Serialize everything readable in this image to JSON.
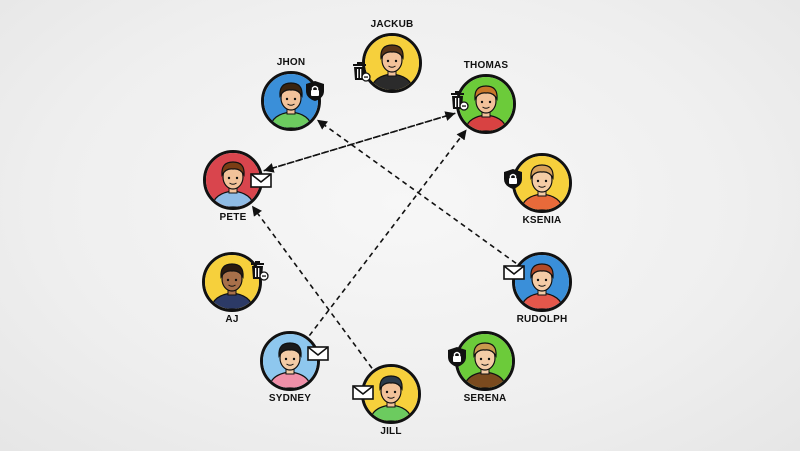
{
  "nodes": [
    {
      "id": "jackub",
      "name": "JACKUB",
      "bg": "#f6d03c",
      "hair": "#5a3518",
      "skin": "#f2c29a",
      "shirt": "#2b2b2b",
      "badge": "trash-icon"
    },
    {
      "id": "jhon",
      "name": "JHON",
      "bg": "#3a8fd9",
      "hair": "#3a2410",
      "skin": "#f2c29a",
      "shirt": "#6ccb5f",
      "badge": "lock-icon"
    },
    {
      "id": "thomas",
      "name": "THOMAS",
      "bg": "#6ccb3a",
      "hair": "#c7762a",
      "skin": "#f2c29a",
      "shirt": "#d84242",
      "badge": "trash-icon"
    },
    {
      "id": "pete",
      "name": "PETE",
      "bg": "#d9454d",
      "hair": "#7a3d14",
      "skin": "#f2c29a",
      "shirt": "#8fbce6",
      "badge": "mail-icon"
    },
    {
      "id": "ksenia",
      "name": "KSENIA",
      "bg": "#f6d03c",
      "hair": "#d7a05b",
      "skin": "#f4cca6",
      "shirt": "#e86a3a",
      "badge": "lock-icon"
    },
    {
      "id": "aj",
      "name": "AJ",
      "bg": "#f6d03c",
      "hair": "#2b1a0e",
      "skin": "#a8704a",
      "shirt": "#2c3a66",
      "badge": "trash-icon"
    },
    {
      "id": "rudolph",
      "name": "RUDOLPH",
      "bg": "#3a8fd9",
      "hair": "#b24a28",
      "skin": "#f4cca6",
      "shirt": "#e4574b",
      "badge": "mail-icon"
    },
    {
      "id": "sydney",
      "name": "SYDNEY",
      "bg": "#8ec7ee",
      "hair": "#1b1b1b",
      "skin": "#f4cca6",
      "shirt": "#f08fa8",
      "badge": "mail-icon"
    },
    {
      "id": "serena",
      "name": "SERENA",
      "bg": "#6ccb3a",
      "hair": "#c99a4e",
      "skin": "#f4cca6",
      "shirt": "#7a4a1e",
      "badge": "lock-icon"
    },
    {
      "id": "jill",
      "name": "JILL",
      "bg": "#f6d03c",
      "hair": "#2b3a4a",
      "skin": "#f2c29a",
      "shirt": "#6ccb5f",
      "badge": "mail-icon"
    }
  ],
  "edges": [
    {
      "from": "rudolph",
      "to": "jhon"
    },
    {
      "from": "pete",
      "to": "thomas"
    },
    {
      "from": "thomas",
      "to": "pete"
    },
    {
      "from": "sydney",
      "to": "thomas"
    },
    {
      "from": "jill",
      "to": "pete"
    }
  ]
}
